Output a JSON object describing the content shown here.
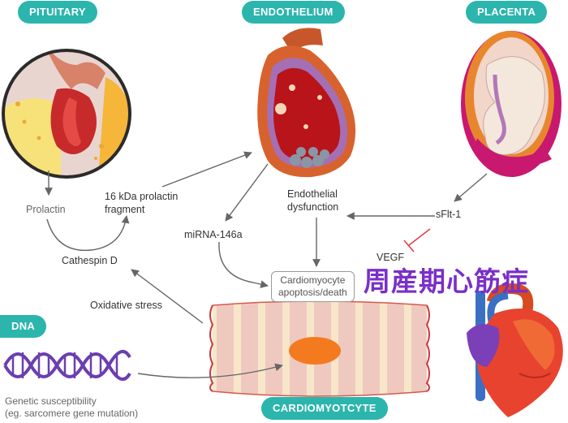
{
  "sections": {
    "pituitary": "PITUITARY",
    "endothelium": "ENDOTHELIUM",
    "placenta": "PLACENTA",
    "dna": "DNA",
    "cardiomyocyte": "CARDIOMYOTCYTE"
  },
  "labels": {
    "prolactin": "Prolactin",
    "fragment_line1": "16 kDa prolactin",
    "fragment_line2": "fragment",
    "cathepsin": "Cathespin D",
    "endo_dys_line1": "Endothelial",
    "endo_dys_line2": "dysfunction",
    "mirna": "miRNA-146a",
    "sflt": "sFlt-1",
    "vegf": "VEGF",
    "apoptosis_line1": "Cardiomyocyte",
    "apoptosis_line2": "apoptosis/death",
    "oxidative": "Oxidative stress",
    "genetic_line1": "Genetic susceptibility",
    "genetic_line2": "(eg. sarcomere gene mutation)"
  },
  "overlay_title": "周産期心筋症",
  "colors": {
    "teal": "#2bb5ad",
    "purple": "#7a2fc8",
    "arrow": "#666666",
    "inhibit": "#e0404a"
  }
}
